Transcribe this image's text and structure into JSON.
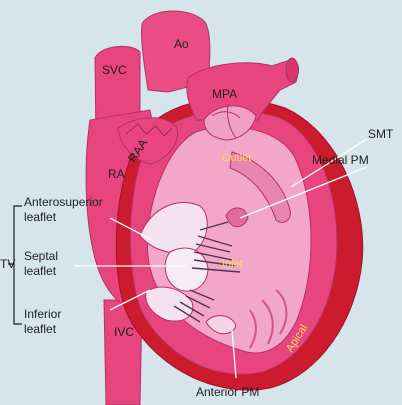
{
  "labels": {
    "ao": "Ao",
    "svc": "SVC",
    "mpa": "MPA",
    "raa": "RAA",
    "ra": "RA",
    "smt": "SMT",
    "medial_pm": "Medial PM",
    "outlet": "Outlet",
    "anterosuperior_1": "Anterosuperior",
    "anterosuperior_2": "leaflet",
    "tv": "TV",
    "septal_1": "Septal",
    "septal_2": "leaflet",
    "inlet": "Inlet",
    "inferior_1": "Inferior",
    "inferior_2": "leaflet",
    "ivc": "IVC",
    "apical": "Apical",
    "anterior_pm": "Anterior PM"
  },
  "colors": {
    "background": "#d6e4ec",
    "heart": "#e8457e",
    "myocardium": "#cc1a2e",
    "cavity": "#f2a6c8",
    "leaflet": "#f4e3ee",
    "outline": "#b23363"
  }
}
